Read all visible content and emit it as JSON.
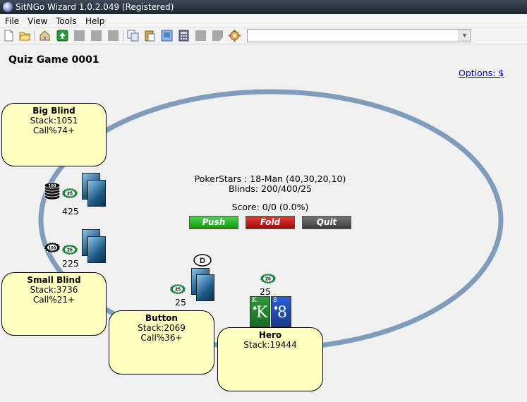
{
  "window": {
    "title": "SitNGo Wizard 1.0.2.049 (Registered)"
  },
  "menu": {
    "items": [
      "File",
      "View",
      "Tools",
      "Help"
    ]
  },
  "toolbar": {
    "combo_value": ""
  },
  "quiz": {
    "title": "Quiz Game 0001"
  },
  "options": {
    "label": "Options: $"
  },
  "game_info": {
    "site": "PokerStars : 18-Man (40,30,20,10)",
    "blinds": "Blinds: 200/400/25",
    "score": "Score:  0/0 (0.0%)"
  },
  "buttons": {
    "push": "Push",
    "fold": "Fold",
    "quit": "Quit"
  },
  "seats": {
    "big_blind": {
      "name": "Big Blind",
      "stack": "Stack:1051",
      "call": "Call%74+"
    },
    "small_blind": {
      "name": "Small Blind",
      "stack": "Stack:3736",
      "call": "Call%21+"
    },
    "button": {
      "name": "Button",
      "stack": "Stack:2069",
      "call": "Call%36+"
    },
    "hero": {
      "name": "Hero",
      "stack": "Stack:19444"
    }
  },
  "bets": {
    "big_blind": "425",
    "small_blind": "225",
    "button": "25",
    "hero": "25"
  },
  "chip_labels": {
    "green": "25",
    "black": "100"
  },
  "dealer_label": "D",
  "hero_cards": [
    {
      "rank": "K",
      "suit": "spades"
    },
    {
      "rank": "8",
      "suit": "diamonds"
    }
  ],
  "colors": {
    "table_rail": "#7f9cba",
    "seat_fill": "#ffffc0",
    "push": "#1fb31f",
    "fold": "#c41414",
    "quit": "#555555",
    "link": "#0000cc",
    "hero_card_1": "#1f8a2c",
    "hero_card_2": "#2452c4"
  },
  "icons": [
    "new-file-icon",
    "open-folder-icon",
    "home-icon",
    "upload-icon",
    "disabled-icon",
    "copy-icon",
    "paste-icon",
    "save-image-icon",
    "calculator-icon",
    "settings-gear-icon"
  ]
}
